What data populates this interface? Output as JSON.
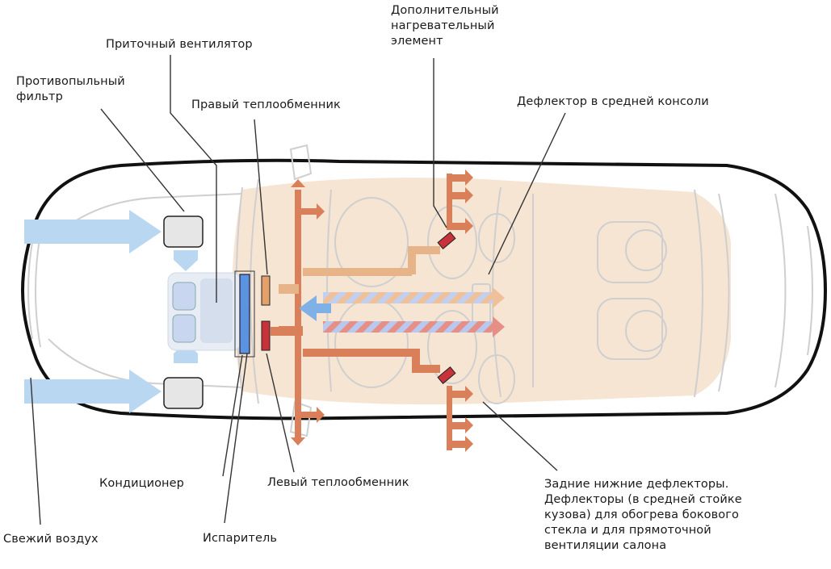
{
  "diagram": {
    "labels": {
      "supply_fan": "Приточный вентилятор",
      "dust_filter": "Противопыльный\nфильтр",
      "right_heat_exchanger": "Правый теплообменник",
      "aux_heater": "Дополнительный\nнагревательный\nэлемент",
      "center_console_vent": "Дефлектор в средней консоли",
      "air_conditioner": "Кондиционер",
      "left_heat_exchanger": "Левый теплообменник",
      "rear_lower_vents": "Задние нижние дефлекторы.\nДефлекторы (в средней стойке\nкузова) для обогрева бокового\nстекла и для прямоточной\nвентиляции салона",
      "fresh_air": "Свежий воздух",
      "evaporator": "Испаритель"
    },
    "icons": {
      "car": "car-outline-icon",
      "fresh_air_arrow": "fresh-air-arrow-icon",
      "warm_air_arrow": "warm-air-arrow-icon",
      "mixed_air_arrow": "mixed-air-arrow-icon"
    },
    "colors": {
      "car_outline": "#111111",
      "cabin_fill": "#f6e0cc",
      "fresh_air": "#b9d7f1",
      "evaporator": "#5b93e0",
      "warm_air": "#d9805a",
      "hot_element": "#c8323a",
      "right_heat_exchanger": "#e3a06a",
      "leader_line": "#333333"
    }
  }
}
